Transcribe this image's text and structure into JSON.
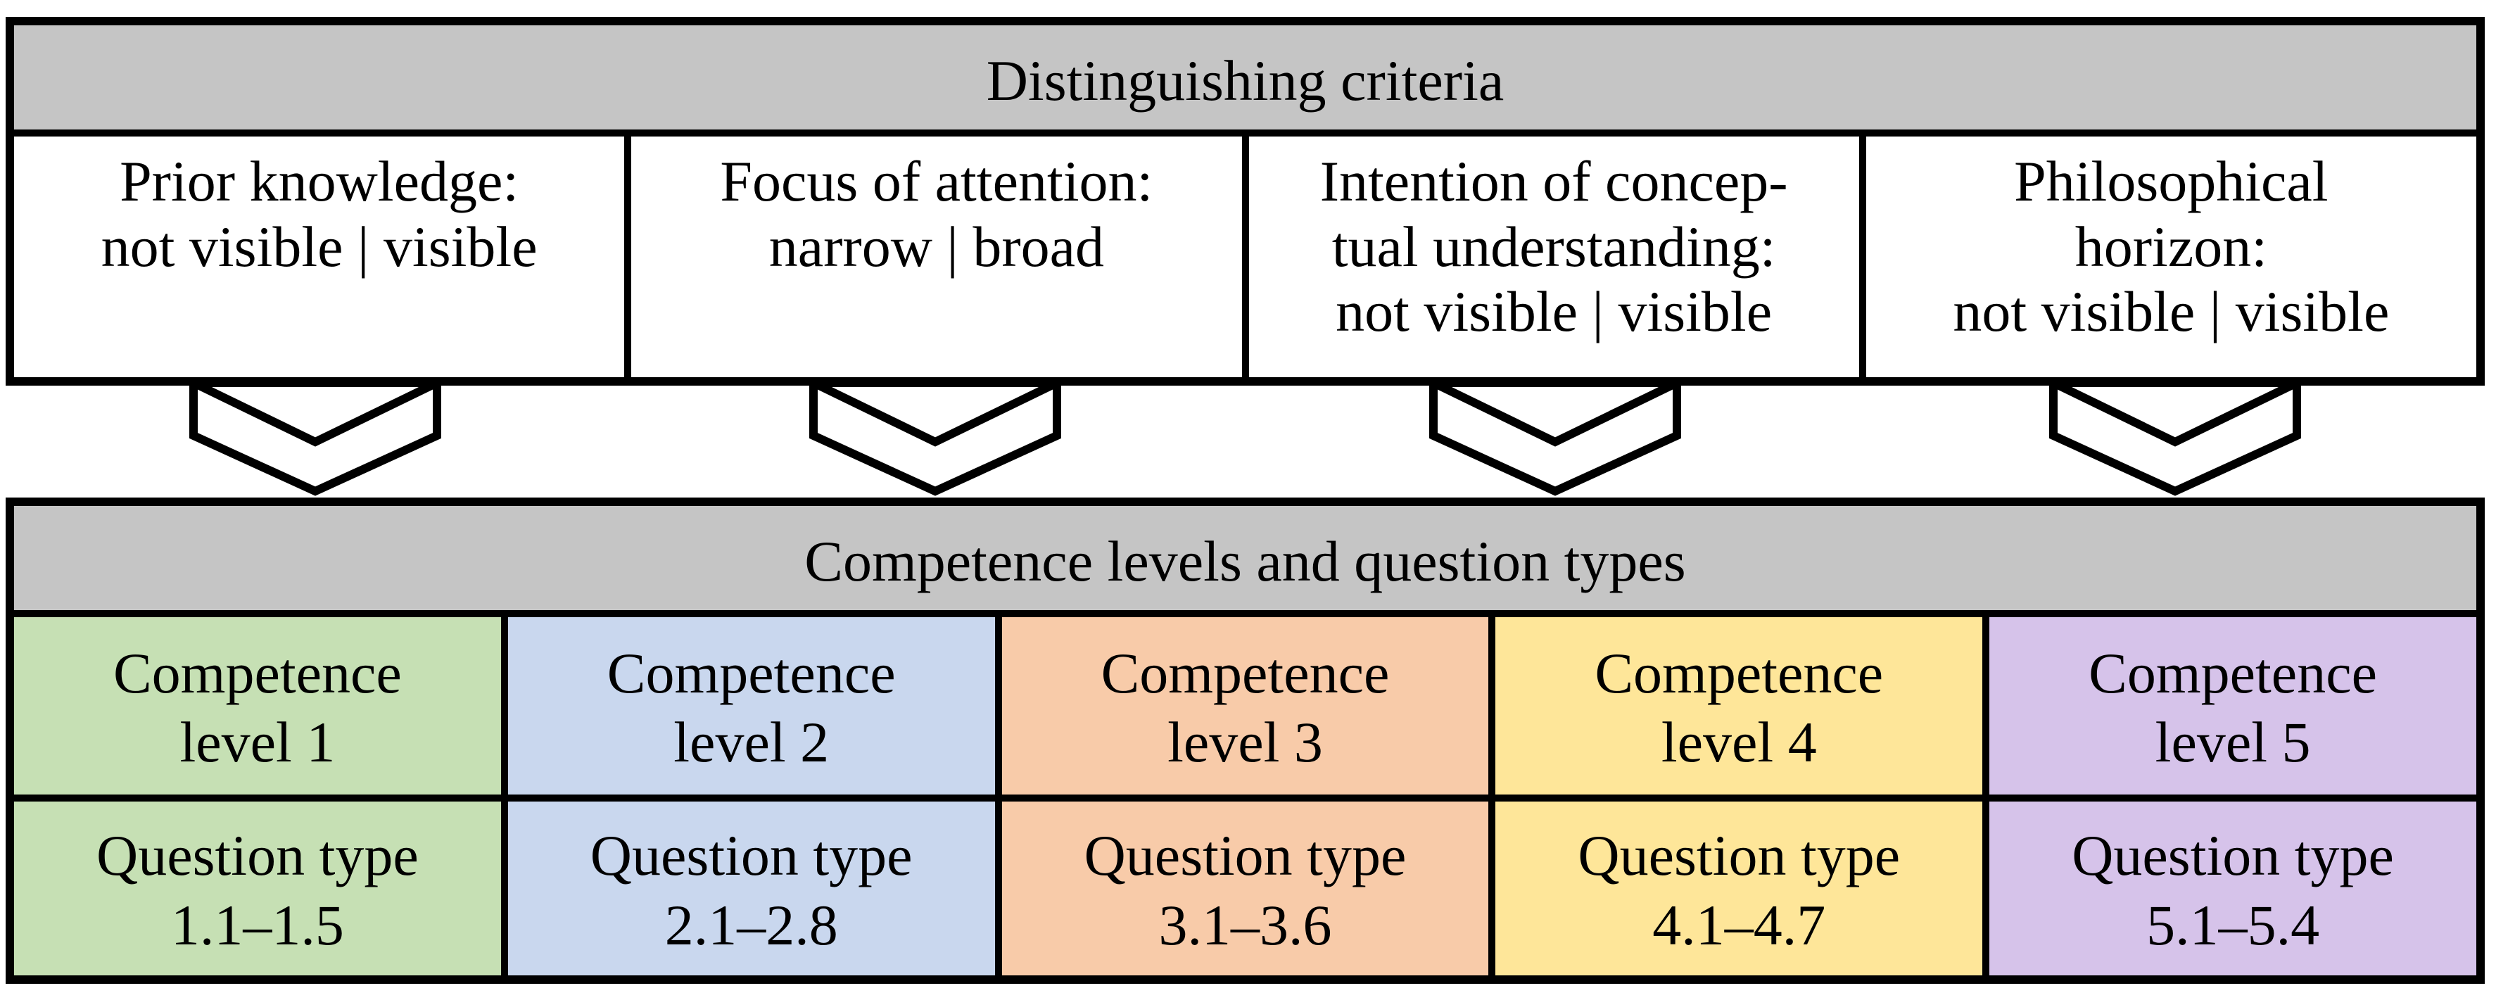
{
  "top_bar": {
    "title": "Distinguishing criteria"
  },
  "criteria": [
    {
      "lines": [
        "Prior knowledge:",
        "not visible | visible",
        ""
      ]
    },
    {
      "lines": [
        "Focus of attention:",
        "narrow | broad",
        ""
      ]
    },
    {
      "lines": [
        "Intention of concep-",
        "tual understanding:",
        "not visible | visible"
      ]
    },
    {
      "lines": [
        "Philosophical",
        "horizon:",
        "not visible | visible"
      ]
    }
  ],
  "bottom_bar": {
    "title": "Competence levels and question types"
  },
  "levels": [
    {
      "level_line1": "Competence",
      "level_line2": "level 1",
      "type_line1": "Question type",
      "type_line2": "1.1–1.5",
      "color": "#c6e0b4"
    },
    {
      "level_line1": "Competence",
      "level_line2": "level 2",
      "type_line1": "Question type",
      "type_line2": "2.1–2.8",
      "color": "#c9d7ee"
    },
    {
      "level_line1": "Competence",
      "level_line2": "level 3",
      "type_line1": "Question type",
      "type_line2": "3.1–3.6",
      "color": "#f8cba9"
    },
    {
      "level_line1": "Competence",
      "level_line2": "level 4",
      "type_line1": "Question type",
      "type_line2": "4.1–4.7",
      "color": "#fee699"
    },
    {
      "level_line1": "Competence",
      "level_line2": "level 5",
      "type_line1": "Question type",
      "type_line2": "5.1–5.4",
      "color": "#d6c3ea"
    }
  ],
  "colors": {
    "header_gray": "#c5c5c5",
    "border_black": "#000000",
    "box_white": "#ffffff",
    "level1_green": "#c6e0b4",
    "level2_blue": "#c9d7ee",
    "level3_peach": "#f8cba9",
    "level4_yellow": "#fee699",
    "level5_purple": "#d6c3ea"
  }
}
